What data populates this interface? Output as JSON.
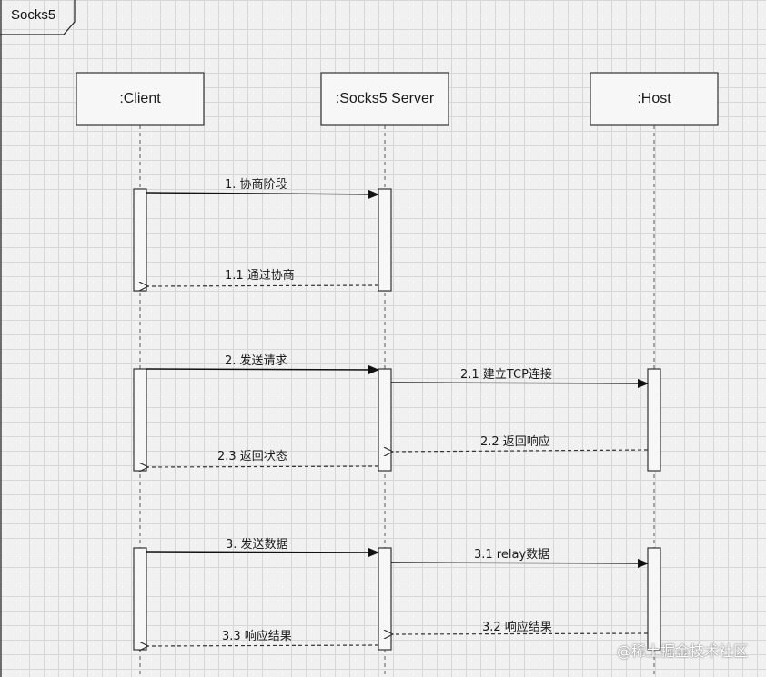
{
  "frame": {
    "title": "Socks5"
  },
  "participants": [
    {
      "id": "client",
      "label": ":Client"
    },
    {
      "id": "server",
      "label": ":Socks5 Server"
    },
    {
      "id": "host",
      "label": ":Host"
    }
  ],
  "messages": [
    {
      "label": "1. 协商阶段",
      "from": "client",
      "to": "server",
      "style": "solid"
    },
    {
      "label": "1.1 通过协商",
      "from": "server",
      "to": "client",
      "style": "dashed"
    },
    {
      "label": "2. 发送请求",
      "from": "client",
      "to": "server",
      "style": "solid"
    },
    {
      "label": "2.1 建立TCP连接",
      "from": "server",
      "to": "host",
      "style": "solid"
    },
    {
      "label": "2.2 返回响应",
      "from": "host",
      "to": "server",
      "style": "dashed"
    },
    {
      "label": "2.3 返回状态",
      "from": "server",
      "to": "client",
      "style": "dashed"
    },
    {
      "label": "3. 发送数据",
      "from": "client",
      "to": "server",
      "style": "solid"
    },
    {
      "label": "3.1 relay数据",
      "from": "server",
      "to": "host",
      "style": "solid"
    },
    {
      "label": "3.2 响应结果",
      "from": "host",
      "to": "server",
      "style": "dashed"
    },
    {
      "label": "3.3 响应结果",
      "from": "server",
      "to": "client",
      "style": "dashed"
    }
  ],
  "watermark": "@稀土掘金技术社区"
}
